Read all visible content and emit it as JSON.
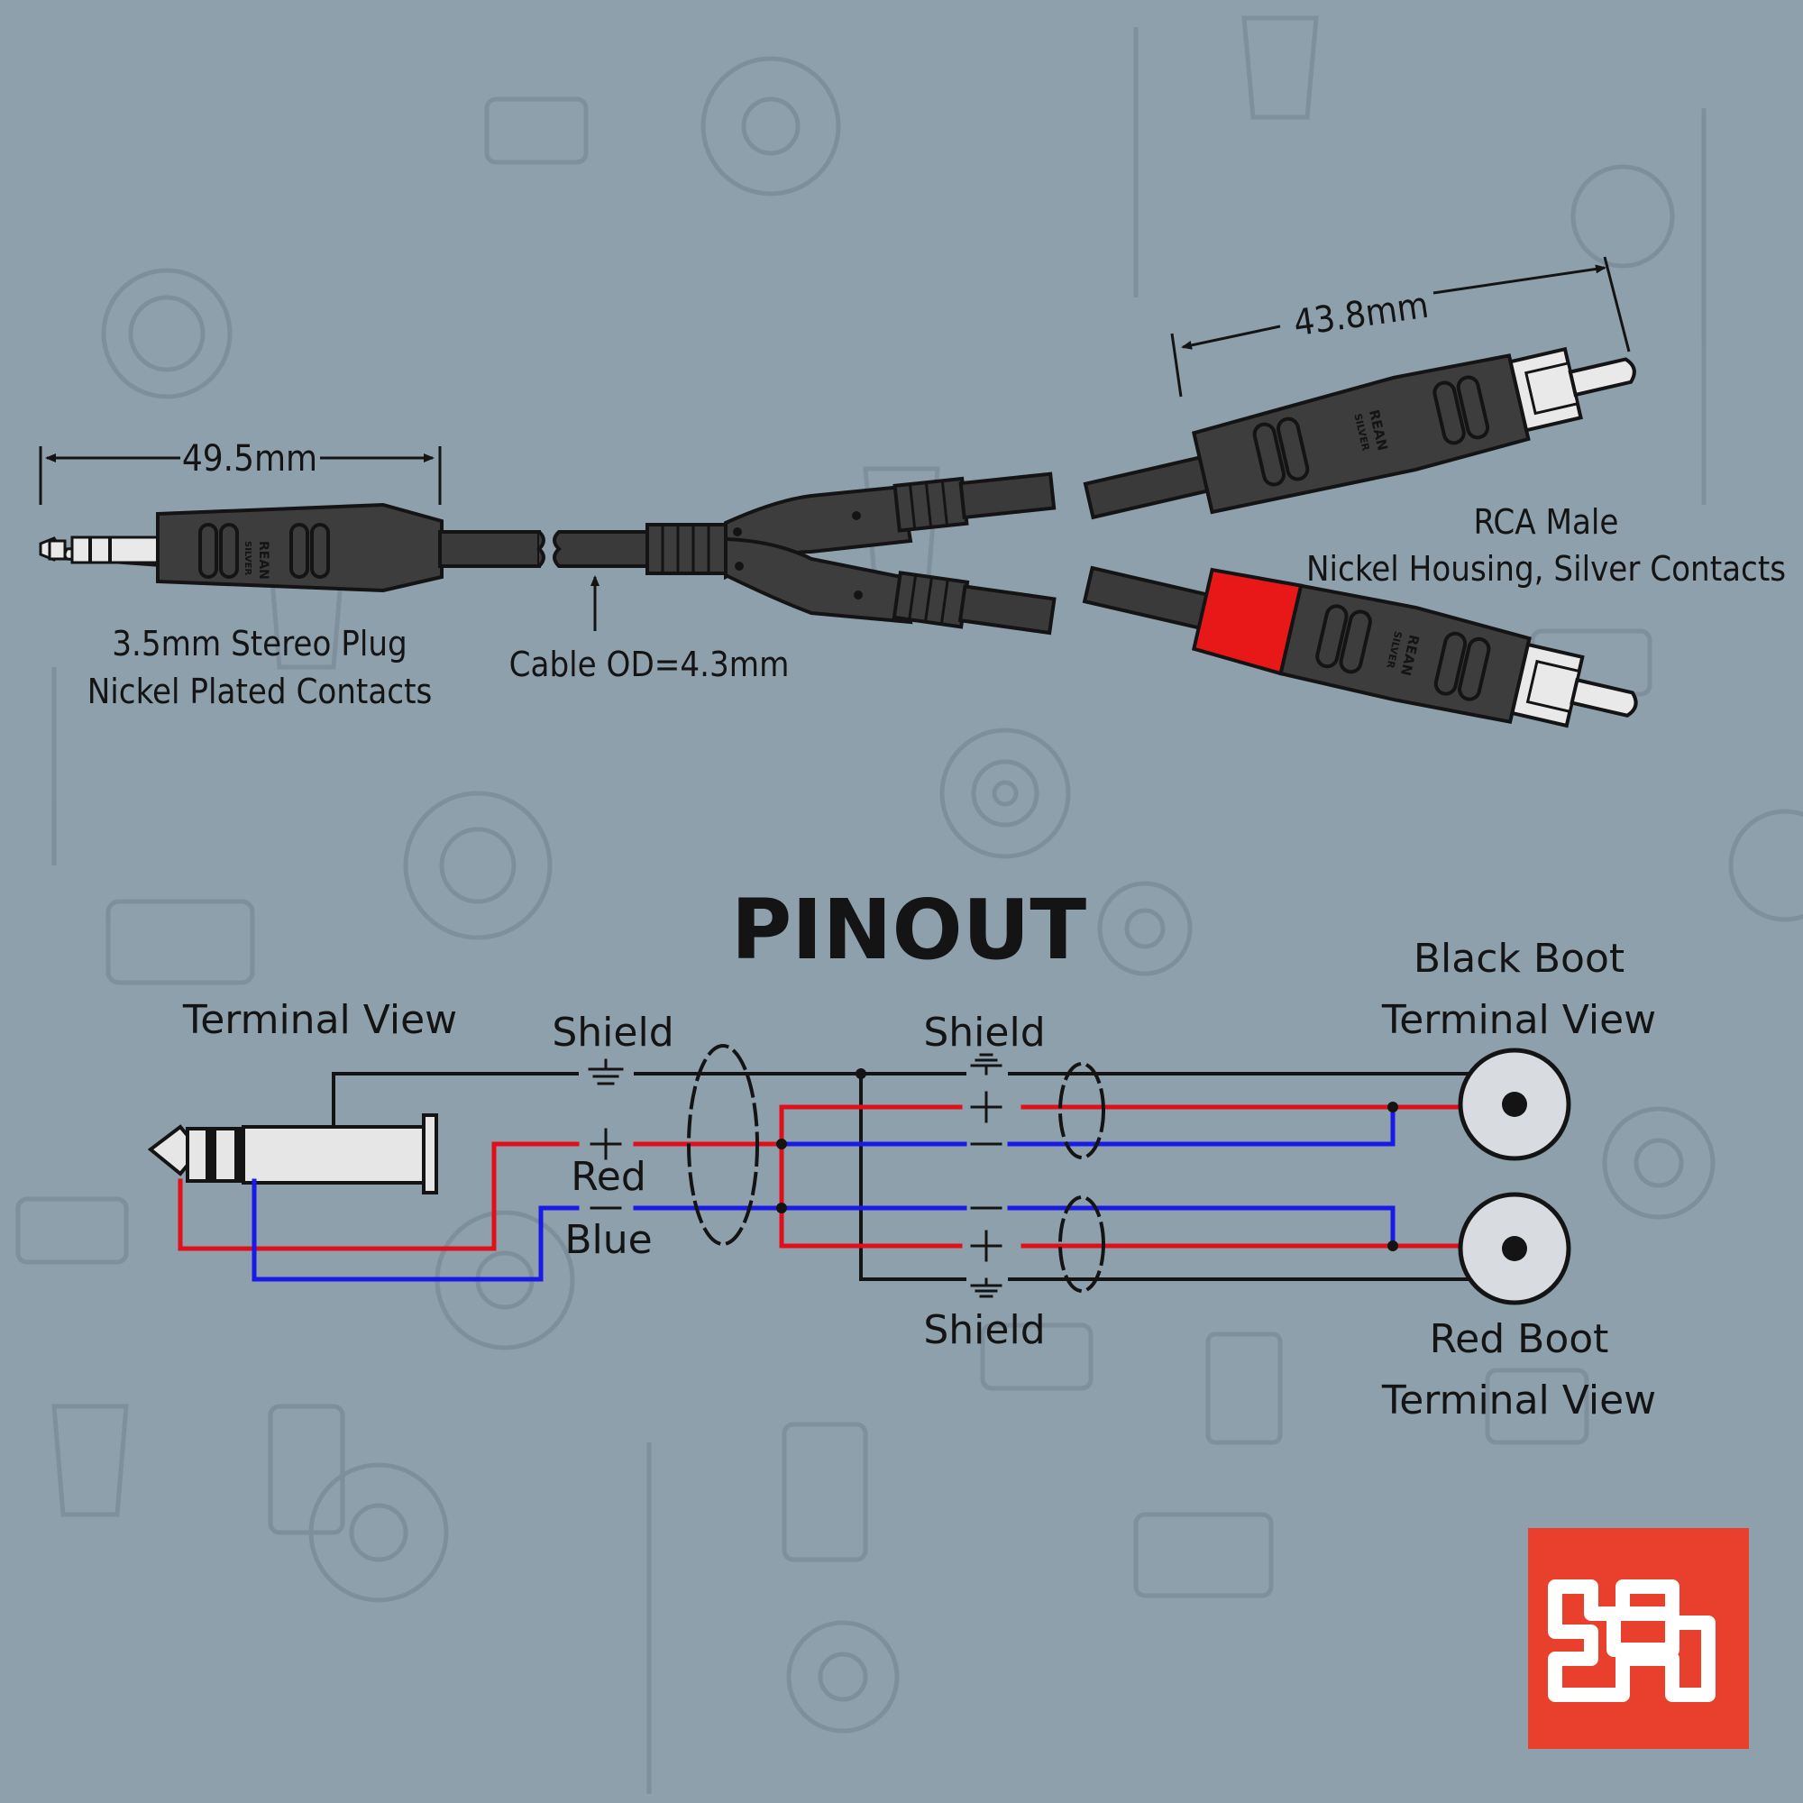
{
  "colors": {
    "background": "#8fa0ad",
    "pattern": "#7d8d99",
    "cable": "#3a3a3a",
    "plug_body": "#3d3d3d",
    "red_boot": "#e81818",
    "wire_red": "#e0101a",
    "wire_blue": "#1a1ae6",
    "brand_red": "#e8402c"
  },
  "top": {
    "plug35": {
      "dimension": "49.5mm",
      "label_line1": "3.5mm Stereo Plug",
      "label_line2": "Nickel Plated Contacts",
      "brand": "REAN",
      "brand_sub": "SILVER"
    },
    "cable": {
      "label": "Cable OD=4.3mm"
    },
    "rca": {
      "dimension": "43.8mm",
      "label_line1": "RCA Male",
      "label_line2": "Nickel Housing, Silver Contacts",
      "brand": "REAN",
      "brand_sub": "SILVER"
    }
  },
  "pinout": {
    "title": "PINOUT",
    "left_view": "Terminal View",
    "shield_left": "Shield",
    "red": "Red",
    "blue": "Blue",
    "shield_top": "Shield",
    "shield_bottom": "Shield",
    "black_boot_line1": "Black Boot",
    "black_boot_line2": "Terminal View",
    "red_boot_line1": "Red Boot",
    "red_boot_line2": "Terminal View"
  },
  "logo": {
    "icon": "hosa-h-logo"
  }
}
